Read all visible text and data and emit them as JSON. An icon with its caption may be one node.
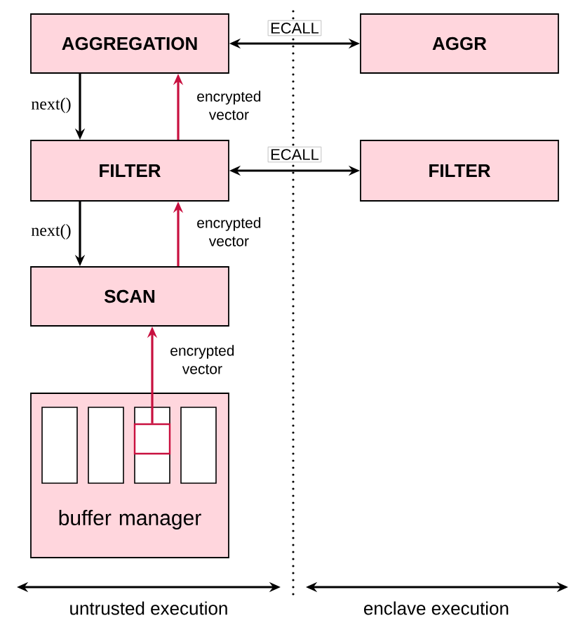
{
  "diagram": {
    "nodes": [
      {
        "text": [
          "AGGREGATION"
        ]
      },
      {
        "text": [
          "AGGR"
        ]
      },
      {
        "text": [
          "FILTER"
        ]
      },
      {
        "text": [
          "FILTER"
        ]
      },
      {
        "text": [
          "SCAN"
        ]
      },
      {
        "text": [
          "buffer manager"
        ]
      },
      {
        "text": [],
        "shape": "box",
        "in": 5
      },
      {
        "text": [],
        "shape": "box",
        "in": 5
      },
      {
        "text": [],
        "shape": "box",
        "in": 5
      },
      {
        "text": [],
        "shape": "box",
        "in": 5
      },
      {
        "text": [],
        "shape": "box",
        "in": 8
      }
    ],
    "edges": [
      {
        "from": 0,
        "to": 1,
        "arrow": "both",
        "label": "ECALL"
      },
      {
        "from": 2,
        "to": 3,
        "arrow": "both",
        "label": "ECALL"
      },
      {
        "from": 0,
        "to": 2,
        "arrow": "to",
        "label": "next()"
      },
      {
        "from": 2,
        "to": 0,
        "arrow": "to",
        "label": "encrypted vector",
        "color": "#c8103f"
      },
      {
        "from": 2,
        "to": 4,
        "arrow": "to",
        "label": "next()"
      },
      {
        "from": 4,
        "to": 2,
        "arrow": "to",
        "label": "encrypted vector",
        "color": "#c8103f"
      },
      {
        "from": 10,
        "to": 4,
        "arrow": "to",
        "label": "encrypted vector",
        "color": "#c8103f"
      }
    ],
    "labels": [
      "untrusted execution",
      "enclave execution"
    ]
  }
}
